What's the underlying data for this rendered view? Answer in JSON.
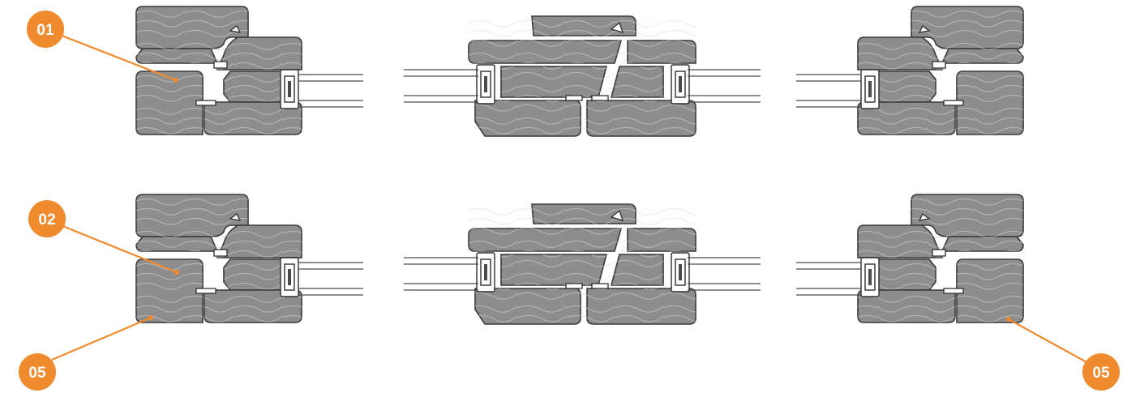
{
  "accent_color": "#f08a2e",
  "callouts": [
    {
      "id": "c1",
      "label": "01"
    },
    {
      "id": "c2",
      "label": "02"
    },
    {
      "id": "c3",
      "label": "05"
    },
    {
      "id": "c4",
      "label": "05"
    }
  ]
}
